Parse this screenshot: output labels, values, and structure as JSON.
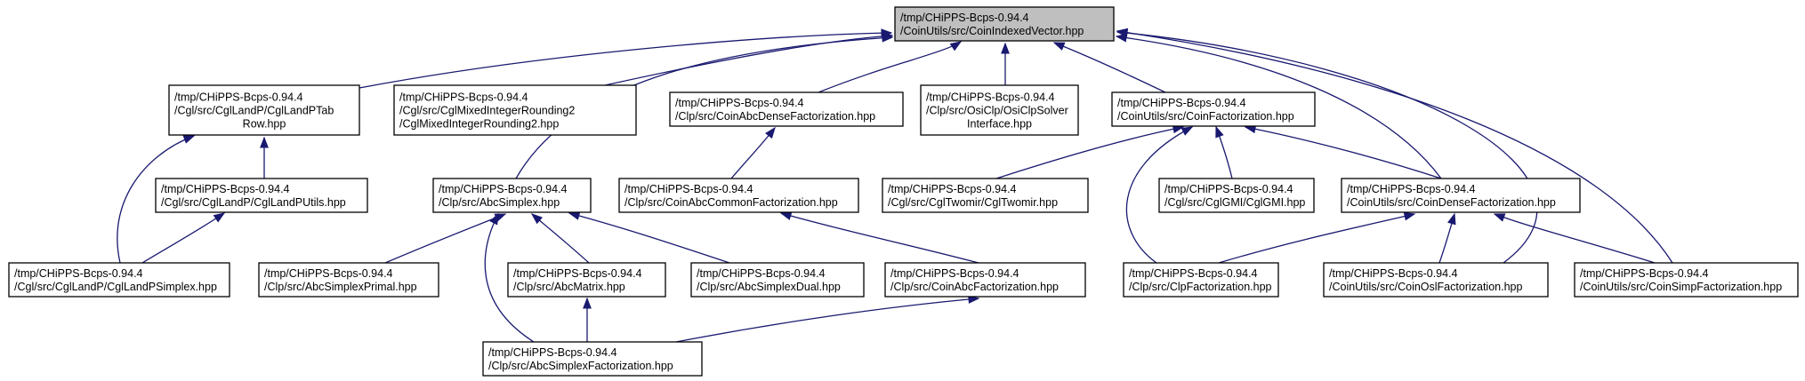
{
  "graph": {
    "nodes": {
      "root": [
        "/tmp/CHiPPS-Bcps-0.94.4",
        "/CoinUtils/src/CoinIndexedVector.hpp"
      ],
      "cgllandptabrow": [
        "/tmp/CHiPPS-Bcps-0.94.4",
        "/Cgl/src/CglLandP/CglLandPTab",
        "Row.hpp"
      ],
      "cglmir": [
        "/tmp/CHiPPS-Bcps-0.94.4",
        "/Cgl/src/CglMixedIntegerRounding2",
        "/CglMixedIntegerRounding2.hpp"
      ],
      "abcdensefact": [
        "/tmp/CHiPPS-Bcps-0.94.4",
        "/Clp/src/CoinAbcDenseFactorization.hpp"
      ],
      "osiclp": [
        "/tmp/CHiPPS-Bcps-0.94.4",
        "/Clp/src/OsiClp/OsiClpSolver",
        "Interface.hpp"
      ],
      "coinfact": [
        "/tmp/CHiPPS-Bcps-0.94.4",
        "/CoinUtils/src/CoinFactorization.hpp"
      ],
      "cgllandputils": [
        "/tmp/CHiPPS-Bcps-0.94.4",
        "/Cgl/src/CglLandP/CglLandPUtils.hpp"
      ],
      "abcsimplex": [
        "/tmp/CHiPPS-Bcps-0.94.4",
        "/Clp/src/AbcSimplex.hpp"
      ],
      "abccommonfact": [
        "/tmp/CHiPPS-Bcps-0.94.4",
        "/Clp/src/CoinAbcCommonFactorization.hpp"
      ],
      "cgltwomir": [
        "/tmp/CHiPPS-Bcps-0.94.4",
        "/Cgl/src/CglTwomir/CglTwomir.hpp"
      ],
      "cglgmi": [
        "/tmp/CHiPPS-Bcps-0.94.4",
        "/Cgl/src/CglGMI/CglGMI.hpp"
      ],
      "coindensefact": [
        "/tmp/CHiPPS-Bcps-0.94.4",
        "/CoinUtils/src/CoinDenseFactorization.hpp"
      ],
      "cgllandpsimplex": [
        "/tmp/CHiPPS-Bcps-0.94.4",
        "/Cgl/src/CglLandP/CglLandPSimplex.hpp"
      ],
      "abcsimplexprimal": [
        "/tmp/CHiPPS-Bcps-0.94.4",
        "/Clp/src/AbcSimplexPrimal.hpp"
      ],
      "abcmatrix": [
        "/tmp/CHiPPS-Bcps-0.94.4",
        "/Clp/src/AbcMatrix.hpp"
      ],
      "abcsimplexdual": [
        "/tmp/CHiPPS-Bcps-0.94.4",
        "/Clp/src/AbcSimplexDual.hpp"
      ],
      "coinabcfact": [
        "/tmp/CHiPPS-Bcps-0.94.4",
        "/Clp/src/CoinAbcFactorization.hpp"
      ],
      "clpfact": [
        "/tmp/CHiPPS-Bcps-0.94.4",
        "/Clp/src/ClpFactorization.hpp"
      ],
      "coinoslfact": [
        "/tmp/CHiPPS-Bcps-0.94.4",
        "/CoinUtils/src/CoinOslFactorization.hpp"
      ],
      "coinsimpfact": [
        "/tmp/CHiPPS-Bcps-0.94.4",
        "/CoinUtils/src/CoinSimpFactorization.hpp"
      ],
      "abcsimplexfact": [
        "/tmp/CHiPPS-Bcps-0.94.4",
        "/Clp/src/AbcSimplexFactorization.hpp"
      ]
    },
    "edge_color": "#191970",
    "root_fill": "#bfbfbf"
  }
}
